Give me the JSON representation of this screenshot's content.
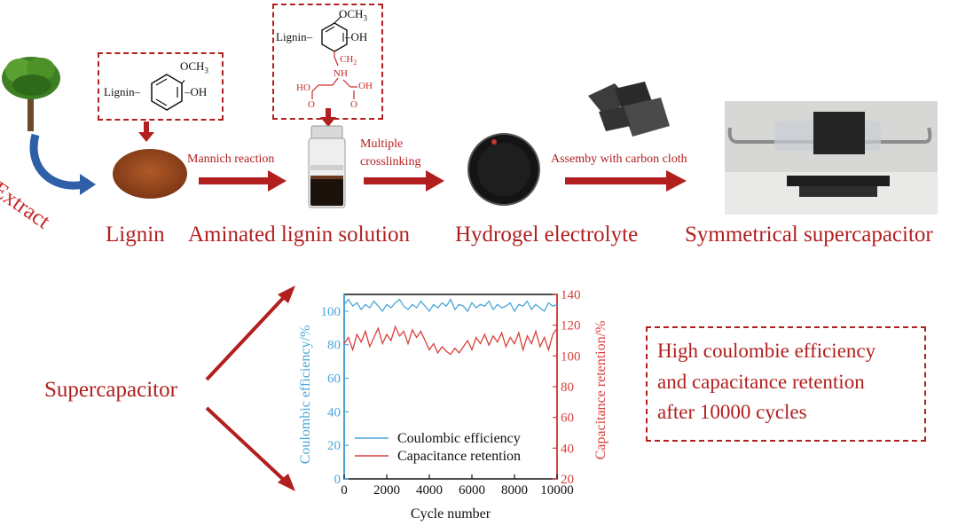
{
  "flow": {
    "extract": "Extract",
    "stage_labels": [
      "Lignin",
      "Aminated lignin solution",
      "Hydrogel electrolyte",
      "Symmetrical supercapacitor"
    ],
    "arrow_labels": {
      "mannich": "Mannich reaction",
      "crosslink_1": "Multiple",
      "crosslink_2": "crosslinking",
      "assembly": "Assemby with carbon cloth"
    },
    "structure_1": {
      "lignin": "Lignin",
      "och3": "OCH",
      "och3_sub": "3",
      "oh": "OH"
    },
    "structure_2": {
      "och3": "OCH",
      "och3_sub": "3",
      "lignin": "Lignin",
      "oh": "OH",
      "ch2": "CH",
      "ch2_sub": "2",
      "nh": "NH",
      "ho": "HO",
      "oh2": "OH",
      "o1": "O",
      "o2": "O"
    }
  },
  "bottom": {
    "supercapacitor": "Supercapacitor",
    "conclusion_lines": [
      "High coulombie efficiency",
      "and capacitance retention",
      "after 10000 cycles"
    ]
  },
  "colors": {
    "accent_red": "#b11f1f",
    "blue_series": "#4aa6d8",
    "red_series": "#d8403a"
  },
  "chart_data": {
    "type": "line",
    "title": "",
    "xlabel": "Cycle number",
    "ylabel_left": "Coulombic efficiency/%",
    "ylabel_right": "Capacitance retention/%",
    "xlim": [
      0,
      10000
    ],
    "ylim_left": [
      0,
      110
    ],
    "ylim_right": [
      20,
      140
    ],
    "x_ticks": [
      "0",
      "2000",
      "4000",
      "6000",
      "8000",
      "10000"
    ],
    "y_left_ticks": [
      "0",
      "20",
      "40",
      "60",
      "80",
      "100"
    ],
    "y_right_ticks": [
      "20",
      "40",
      "60",
      "80",
      "100",
      "120",
      "140"
    ],
    "legend_position": "lower-center",
    "series": [
      {
        "name": "Coulombic efficiency",
        "axis": "left",
        "x": [
          0,
          200,
          400,
          600,
          800,
          1000,
          1200,
          1400,
          1600,
          1800,
          2000,
          2200,
          2400,
          2600,
          2800,
          3000,
          3200,
          3400,
          3600,
          3800,
          4000,
          4200,
          4400,
          4600,
          4800,
          5000,
          5200,
          5400,
          5600,
          5800,
          6000,
          6200,
          6400,
          6600,
          6800,
          7000,
          7200,
          7400,
          7600,
          7800,
          8000,
          8200,
          8400,
          8600,
          8800,
          9000,
          9200,
          9400,
          9600,
          9800,
          10000
        ],
        "values": [
          104,
          107,
          103,
          105,
          101,
          104,
          102,
          106,
          103,
          100,
          104,
          102,
          105,
          107,
          103,
          101,
          104,
          102,
          106,
          103,
          100,
          104,
          102,
          105,
          103,
          107,
          101,
          104,
          103,
          100,
          105,
          102,
          104,
          103,
          106,
          101,
          104,
          102,
          103,
          105,
          100,
          104,
          103,
          106,
          101,
          104,
          102,
          100,
          105,
          103,
          104
        ]
      },
      {
        "name": "Capacitance retention",
        "axis": "right",
        "x": [
          0,
          200,
          400,
          600,
          800,
          1000,
          1200,
          1400,
          1600,
          1800,
          2000,
          2200,
          2400,
          2600,
          2800,
          3000,
          3200,
          3400,
          3600,
          3800,
          4000,
          4200,
          4400,
          4600,
          4800,
          5000,
          5200,
          5400,
          5600,
          5800,
          6000,
          6200,
          6400,
          6600,
          6800,
          7000,
          7200,
          7400,
          7600,
          7800,
          8000,
          8200,
          8400,
          8600,
          8800,
          9000,
          9200,
          9400,
          9600,
          9800,
          10000
        ],
        "values": [
          108,
          112,
          104,
          114,
          109,
          116,
          106,
          112,
          118,
          108,
          114,
          110,
          119,
          113,
          116,
          108,
          117,
          112,
          116,
          110,
          104,
          108,
          102,
          106,
          103,
          101,
          105,
          102,
          106,
          110,
          104,
          112,
          108,
          114,
          107,
          113,
          109,
          115,
          106,
          112,
          108,
          115,
          104,
          113,
          108,
          116,
          106,
          112,
          104,
          114,
          118
        ]
      }
    ]
  }
}
